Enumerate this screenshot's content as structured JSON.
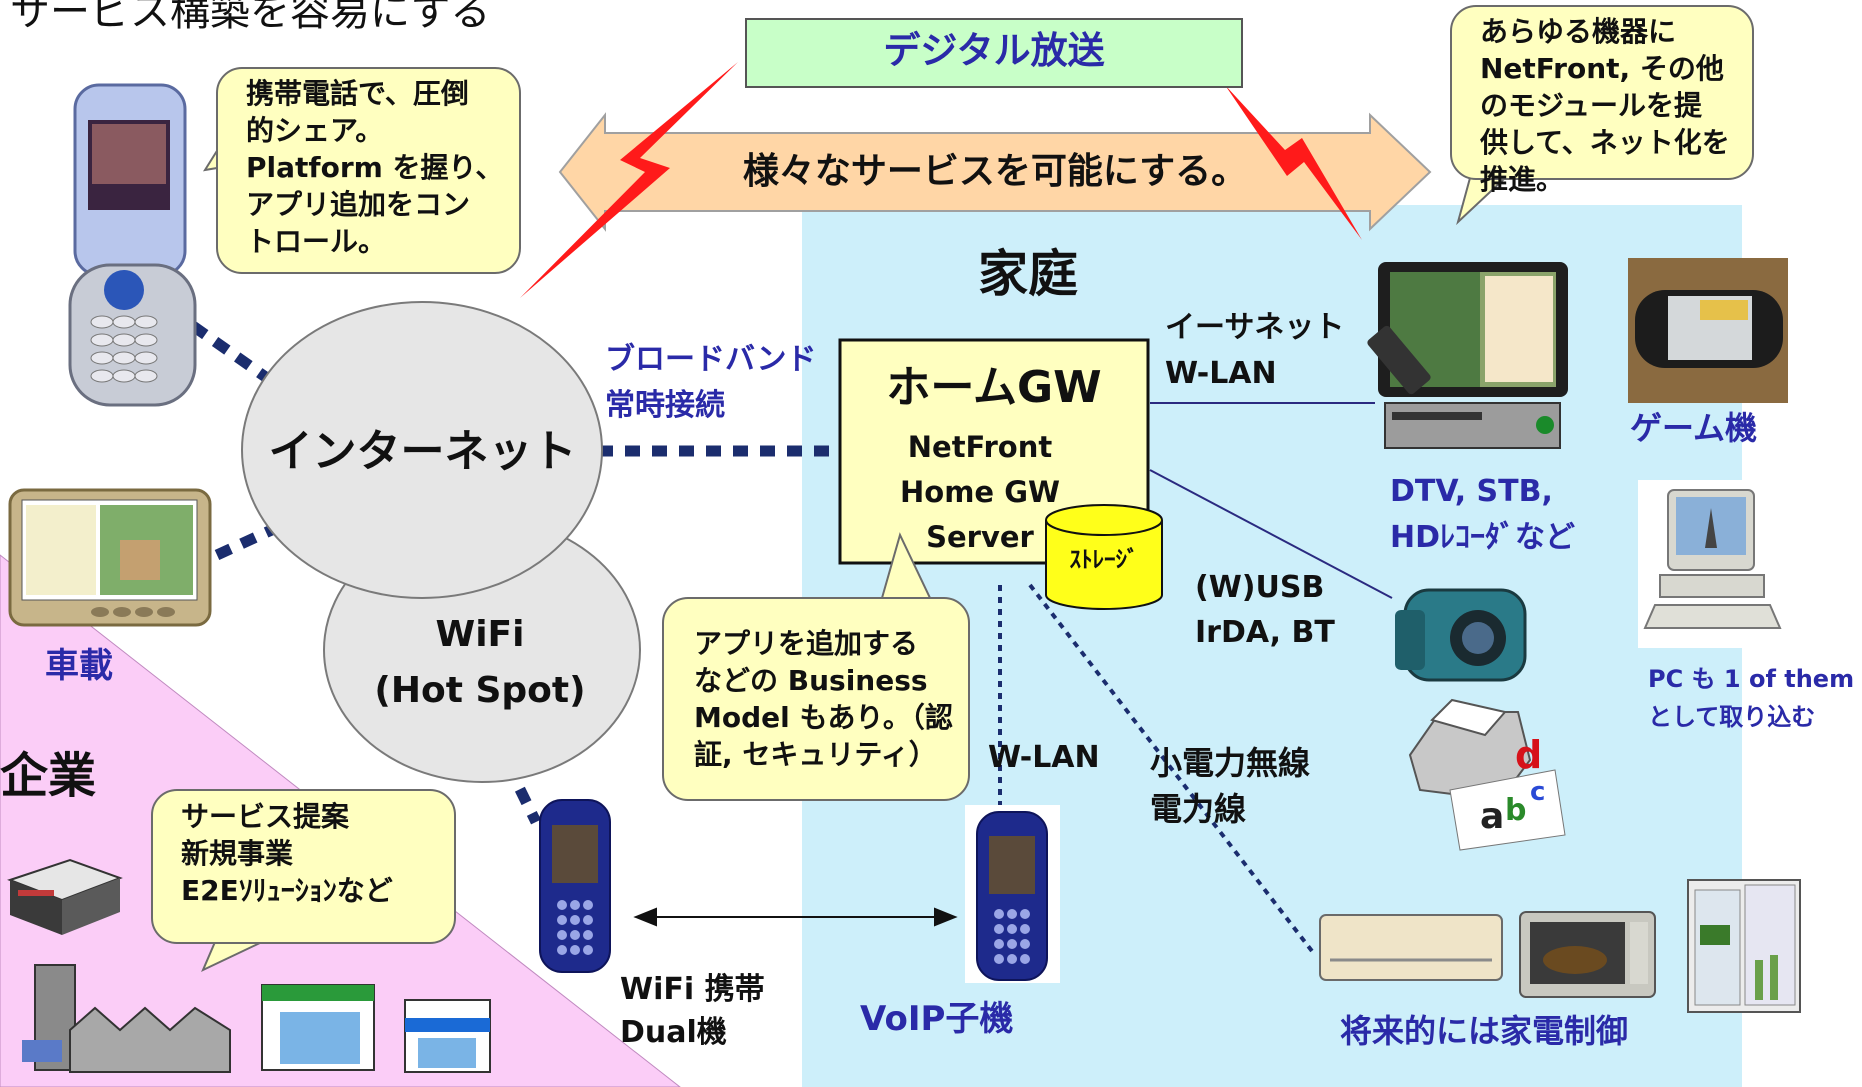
{
  "title": "サービス構築を容易にする",
  "broadcast": "デジタル放送",
  "services_arrow": "様々なサービスを可能にする。",
  "callouts": {
    "mobile": "携帯電話で、圧倒\n的シェア。\nPlatform を握り、\nアプリ追加をコン\nトロール。",
    "devices": "あらゆる機器に\nNetFront, その他\nのモジュールを提\n供して、ネット化を\n推進。",
    "business": "アプリを追加する\nなどの Business\nModel もあり。（認\n証, セキュリティ）",
    "enterprise": "サービス提案\n新規事業\nE2Eｿﾘｭｰｼｮﾝなど"
  },
  "internet": "インターネット",
  "wifi": "WiFi\n(Hot Spot)",
  "broadband": "ブロードバンド\n常時接続",
  "home": {
    "label": "家庭",
    "gw_title": "ホームGW",
    "gw_sub": "NetFront\nHome GW\nServer",
    "storage": "ｽﾄﾚｰｼﾞ",
    "ethernet": "イーサネット\nW-LAN",
    "usb": "(W)USB\nIrDA, BT",
    "wlan": "W-LAN",
    "powerline": "小電力無線\n電力線",
    "dtv": "DTV, STB,\nHDﾚｺｰﾀﾞなど",
    "game": "ゲーム機",
    "pc": "PC も 1 of them\nとして取り込む",
    "appliances": "将来的には家電制御",
    "voip": "VoIP子機"
  },
  "car": "車載",
  "enterprise_label": "企業",
  "wifi_phone": "WiFi 携帯\nDual機",
  "colors": {
    "home_bg": "#cdeffa",
    "enterprise_bg": "#fbcdf7",
    "callout_bg": "#ffffc0",
    "cloud_bg": "#e6e6e6",
    "arrow_fill": "#ffd6a6",
    "lightning": "#ff1a1a",
    "text_navy": "#2a2aa8"
  },
  "icons": [
    "flip-phone-icon",
    "car-nav-icon",
    "tv-icon",
    "game-console-icon",
    "pc-icon",
    "camera-icon",
    "printer-icon",
    "air-conditioner-icon",
    "microwave-icon",
    "refrigerator-icon",
    "mobile-phone-icon",
    "building-icon",
    "factory-icon",
    "shop-icon"
  ]
}
